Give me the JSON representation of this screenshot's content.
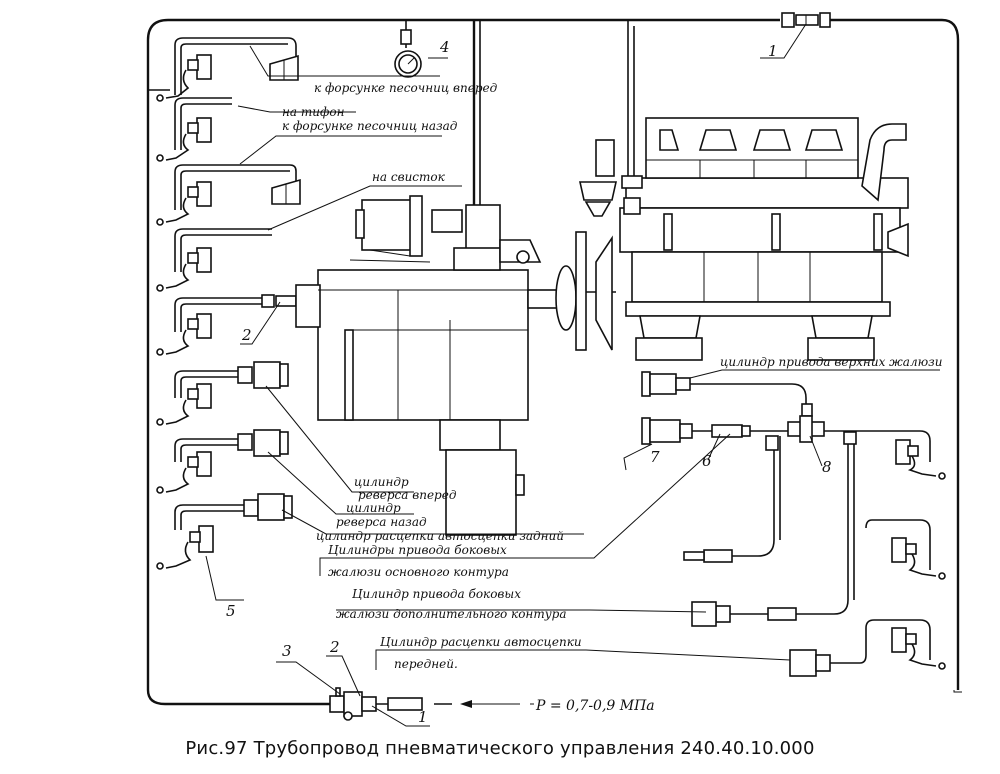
{
  "labels": {
    "sander_forward": "к форсунке песочниц вперед",
    "typhon": "на тифон",
    "sander_back": "к форсунке песочниц назад",
    "whistle": "на свисток",
    "top_blinds": "цилиндр привода верхних жалюзи",
    "reverse_fwd_1": "цилиндр",
    "reverse_fwd_2": "реверса вперед",
    "reverse_back_1": "цилиндр",
    "reverse_back_2": "реверса назад",
    "rear_coupler": "цилиндр расцепки автосцепки задний",
    "side_main_1": "Цилиндры привода боковых",
    "side_main_2": "жалюзи основного контура",
    "side_add_1": "Цилиндр привода боковых",
    "side_add_2": "жалюзи дополнительного контура",
    "front_coupler_1": "Цилиндр расцепки автосцепки",
    "front_coupler_2": "передней.",
    "pressure": "P = 0,7-0,9 МПа"
  },
  "callouts": {
    "n1_top": "1",
    "n4": "4",
    "n2_mid": "2",
    "n7": "7",
    "n6": "6",
    "n8": "8",
    "n5": "5",
    "n3": "3",
    "n2_bottom": "2",
    "n1_bottom": "1"
  },
  "caption": "Рис.97 Трубопровод пневматического управления 240.40.10.000"
}
